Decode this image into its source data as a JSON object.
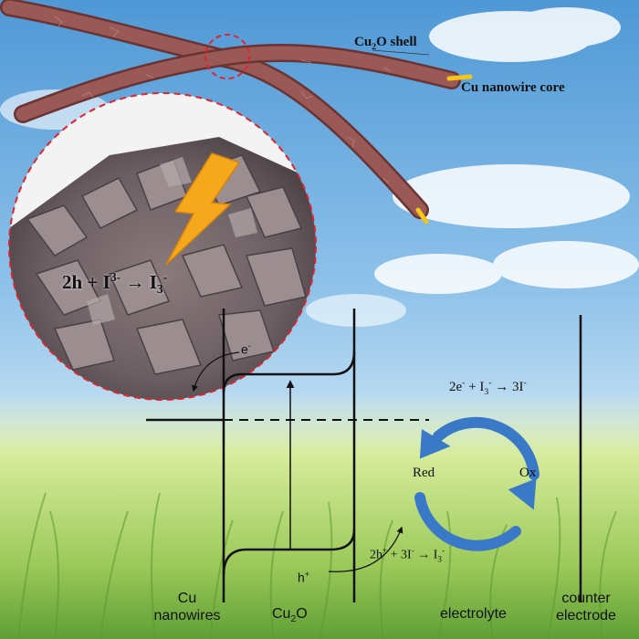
{
  "labels": {
    "shell_main": "Cu",
    "shell_sub": "2",
    "shell_rest": "O shell",
    "core": "Cu nanowire core",
    "inset_main": "2h + I",
    "inset_sup": "3-",
    "inset_arrow": "→",
    "inset_product": "I",
    "inset_product_sub": "3",
    "inset_product_sup": "-",
    "electron": "e",
    "electron_sup": "-",
    "hole": "h",
    "hole_sup": "+",
    "reduction_eq_left": "2e",
    "reduction_eq_left_sup": "-",
    "reduction_eq_plus": " + I",
    "reduction_eq_sub": "3",
    "reduction_eq_sup": "-",
    "reduction_eq_right": " → 3I",
    "reduction_eq_right_sup": "-",
    "oxidation_eq_left": "2h",
    "oxidation_eq_left_sup": "+",
    "oxidation_eq_mid": " + 3I",
    "oxidation_eq_mid_sup": "-",
    "oxidation_eq_arrow": " → I",
    "oxidation_eq_sub": "3",
    "oxidation_eq_sup": "-",
    "red": "Red",
    "ox": "Ox",
    "cu_nanowires_line1": "Cu",
    "cu_nanowires_line2": "nanowires",
    "cu2o_main": "Cu",
    "cu2o_sub": "2",
    "cu2o_rest": "O",
    "electrolyte": "electrolyte",
    "counter_line1": "counter",
    "counter_line2": "electrode"
  },
  "colors": {
    "sky_top": "#5fa4dc",
    "sky_bottom": "#d9ecf8",
    "grass_light": "#d8ec9a",
    "grass_dark": "#6aa83a",
    "wire": "#8a4a48",
    "wire_edge": "#6a3432",
    "dashed_circle": "#e0242e",
    "cycle_arrow": "#3a78c8",
    "lightning": "#f6a81c",
    "ink": "#111111"
  },
  "icons": {
    "lightning": "lightning-bolt-icon",
    "cycle": "redox-cycle-arrows-icon"
  }
}
